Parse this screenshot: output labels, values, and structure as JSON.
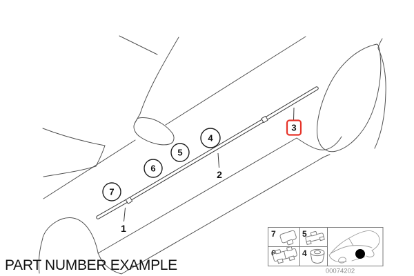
{
  "page": {
    "title": "PART NUMBER EXAMPLE"
  },
  "diagram": {
    "callouts": {
      "1": {
        "label": "1",
        "style": "plain"
      },
      "2": {
        "label": "2",
        "style": "plain"
      },
      "3": {
        "label": "3",
        "style": "boxed-highlight"
      },
      "4": {
        "label": "4",
        "style": "circled"
      },
      "5": {
        "label": "5",
        "style": "circled"
      },
      "6": {
        "label": "6",
        "style": "circled"
      },
      "7": {
        "label": "7",
        "style": "circled"
      }
    },
    "highlight_color": "#e63329",
    "line_color": "#4f4f4f"
  },
  "inset": {
    "cells": [
      {
        "label": "7",
        "icon": "cover-clip-icon"
      },
      {
        "label": "5",
        "icon": "retainer-clip-icon"
      },
      {
        "label": "6",
        "icon": "double-retainer-clip-icon"
      },
      {
        "label": "4",
        "icon": "grommet-icon"
      }
    ],
    "caption": "00074202",
    "marker_color": "#000000"
  }
}
